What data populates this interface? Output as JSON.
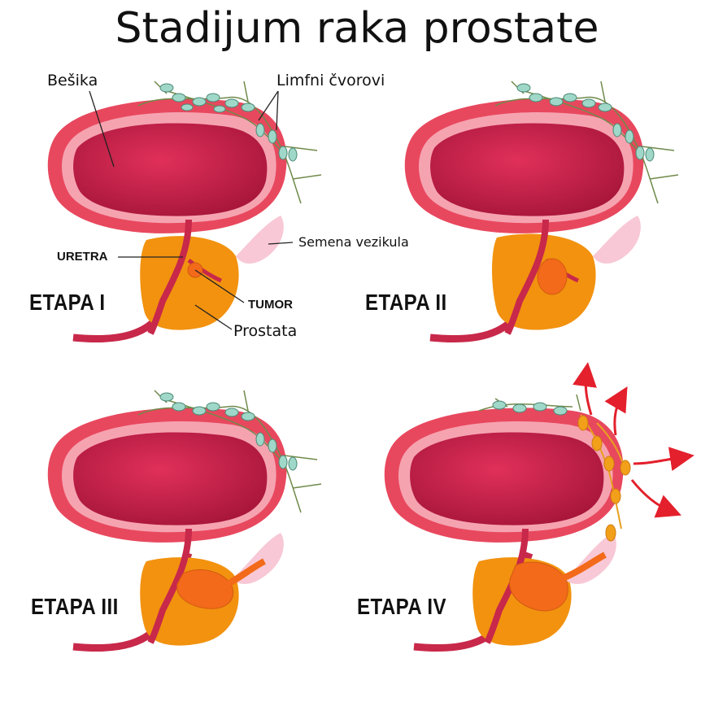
{
  "title": "Stadijum raka prostate",
  "labels": {
    "bladder": "Bešika",
    "lymph_nodes": "Limfni čvorovi",
    "seminal_vesicle": "Semena vezikula",
    "urethra": "URETRA",
    "tumor": "TUMOR",
    "prostate": "Prostata"
  },
  "stages": [
    {
      "label": "ETAPA I"
    },
    {
      "label": "ETAPA II"
    },
    {
      "label": "ETAPA III"
    },
    {
      "label": "ETAPA IV"
    }
  ],
  "colors": {
    "bladder_outer": "#e8485e",
    "bladder_rim": "#f6a3b0",
    "bladder_inner": "#c81e45",
    "prostate": "#f2920f",
    "tumor": "#f26a1a",
    "urethra": "#c8284a",
    "vesicle": "#f8c8d6",
    "lymph_node": "#9fd8c8",
    "lymph_vessel": "#6f8a4a",
    "spread_arrow": "#e3202c"
  }
}
